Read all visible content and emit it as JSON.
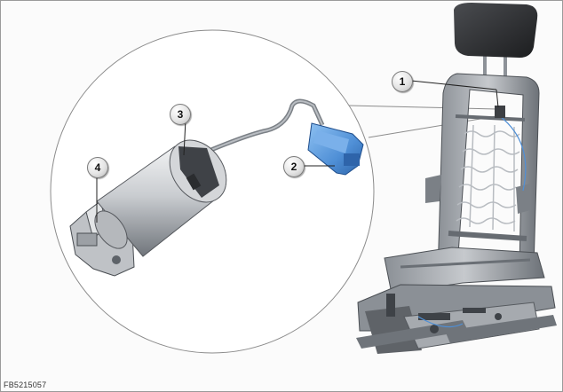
{
  "figure": {
    "id_label": "FB5215057",
    "callouts": [
      {
        "number": "1",
        "part": "seat-frame-connector-mount"
      },
      {
        "number": "2",
        "part": "blue-connector"
      },
      {
        "number": "3",
        "part": "sensor-cylinder-body"
      },
      {
        "number": "4",
        "part": "mounting-bracket"
      }
    ]
  },
  "colors": {
    "frame_border": "#9a9a9a",
    "circle_stroke": "#8c8c8c",
    "connector_blue": "#4f8fd6",
    "metal_light": "#d9dbde",
    "metal_dark": "#5f6368",
    "headrest": "#2c2d2f"
  }
}
